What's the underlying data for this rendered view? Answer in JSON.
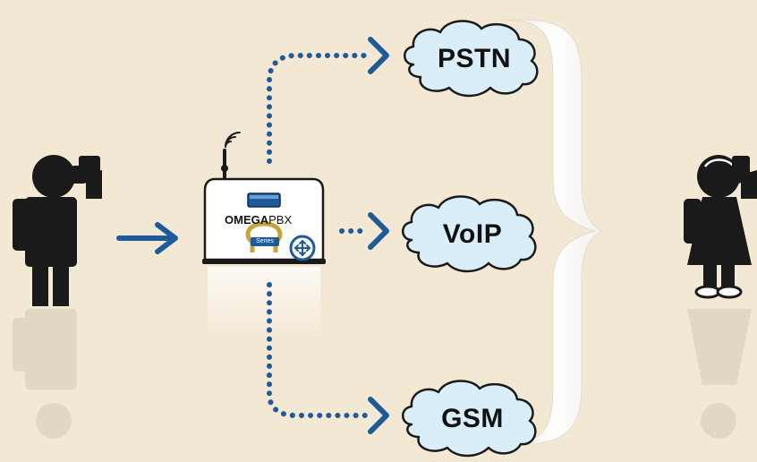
{
  "device": {
    "brand_bold": "OMEGA",
    "brand_light": "PBX",
    "badge": "Series"
  },
  "destinations": [
    {
      "label": "PSTN"
    },
    {
      "label": "VoIP"
    },
    {
      "label": "GSM"
    }
  ],
  "colors": {
    "background": "#f3e8d4",
    "arrow": "#1f5a9a",
    "figure": "#1a1a1a",
    "cloud_fill": "#d9eef8",
    "cloud_stroke": "#1a1a1a"
  },
  "icons": [
    "caller-icon",
    "receiver-icon",
    "antenna-icon",
    "signal-icon",
    "network-icon"
  ]
}
